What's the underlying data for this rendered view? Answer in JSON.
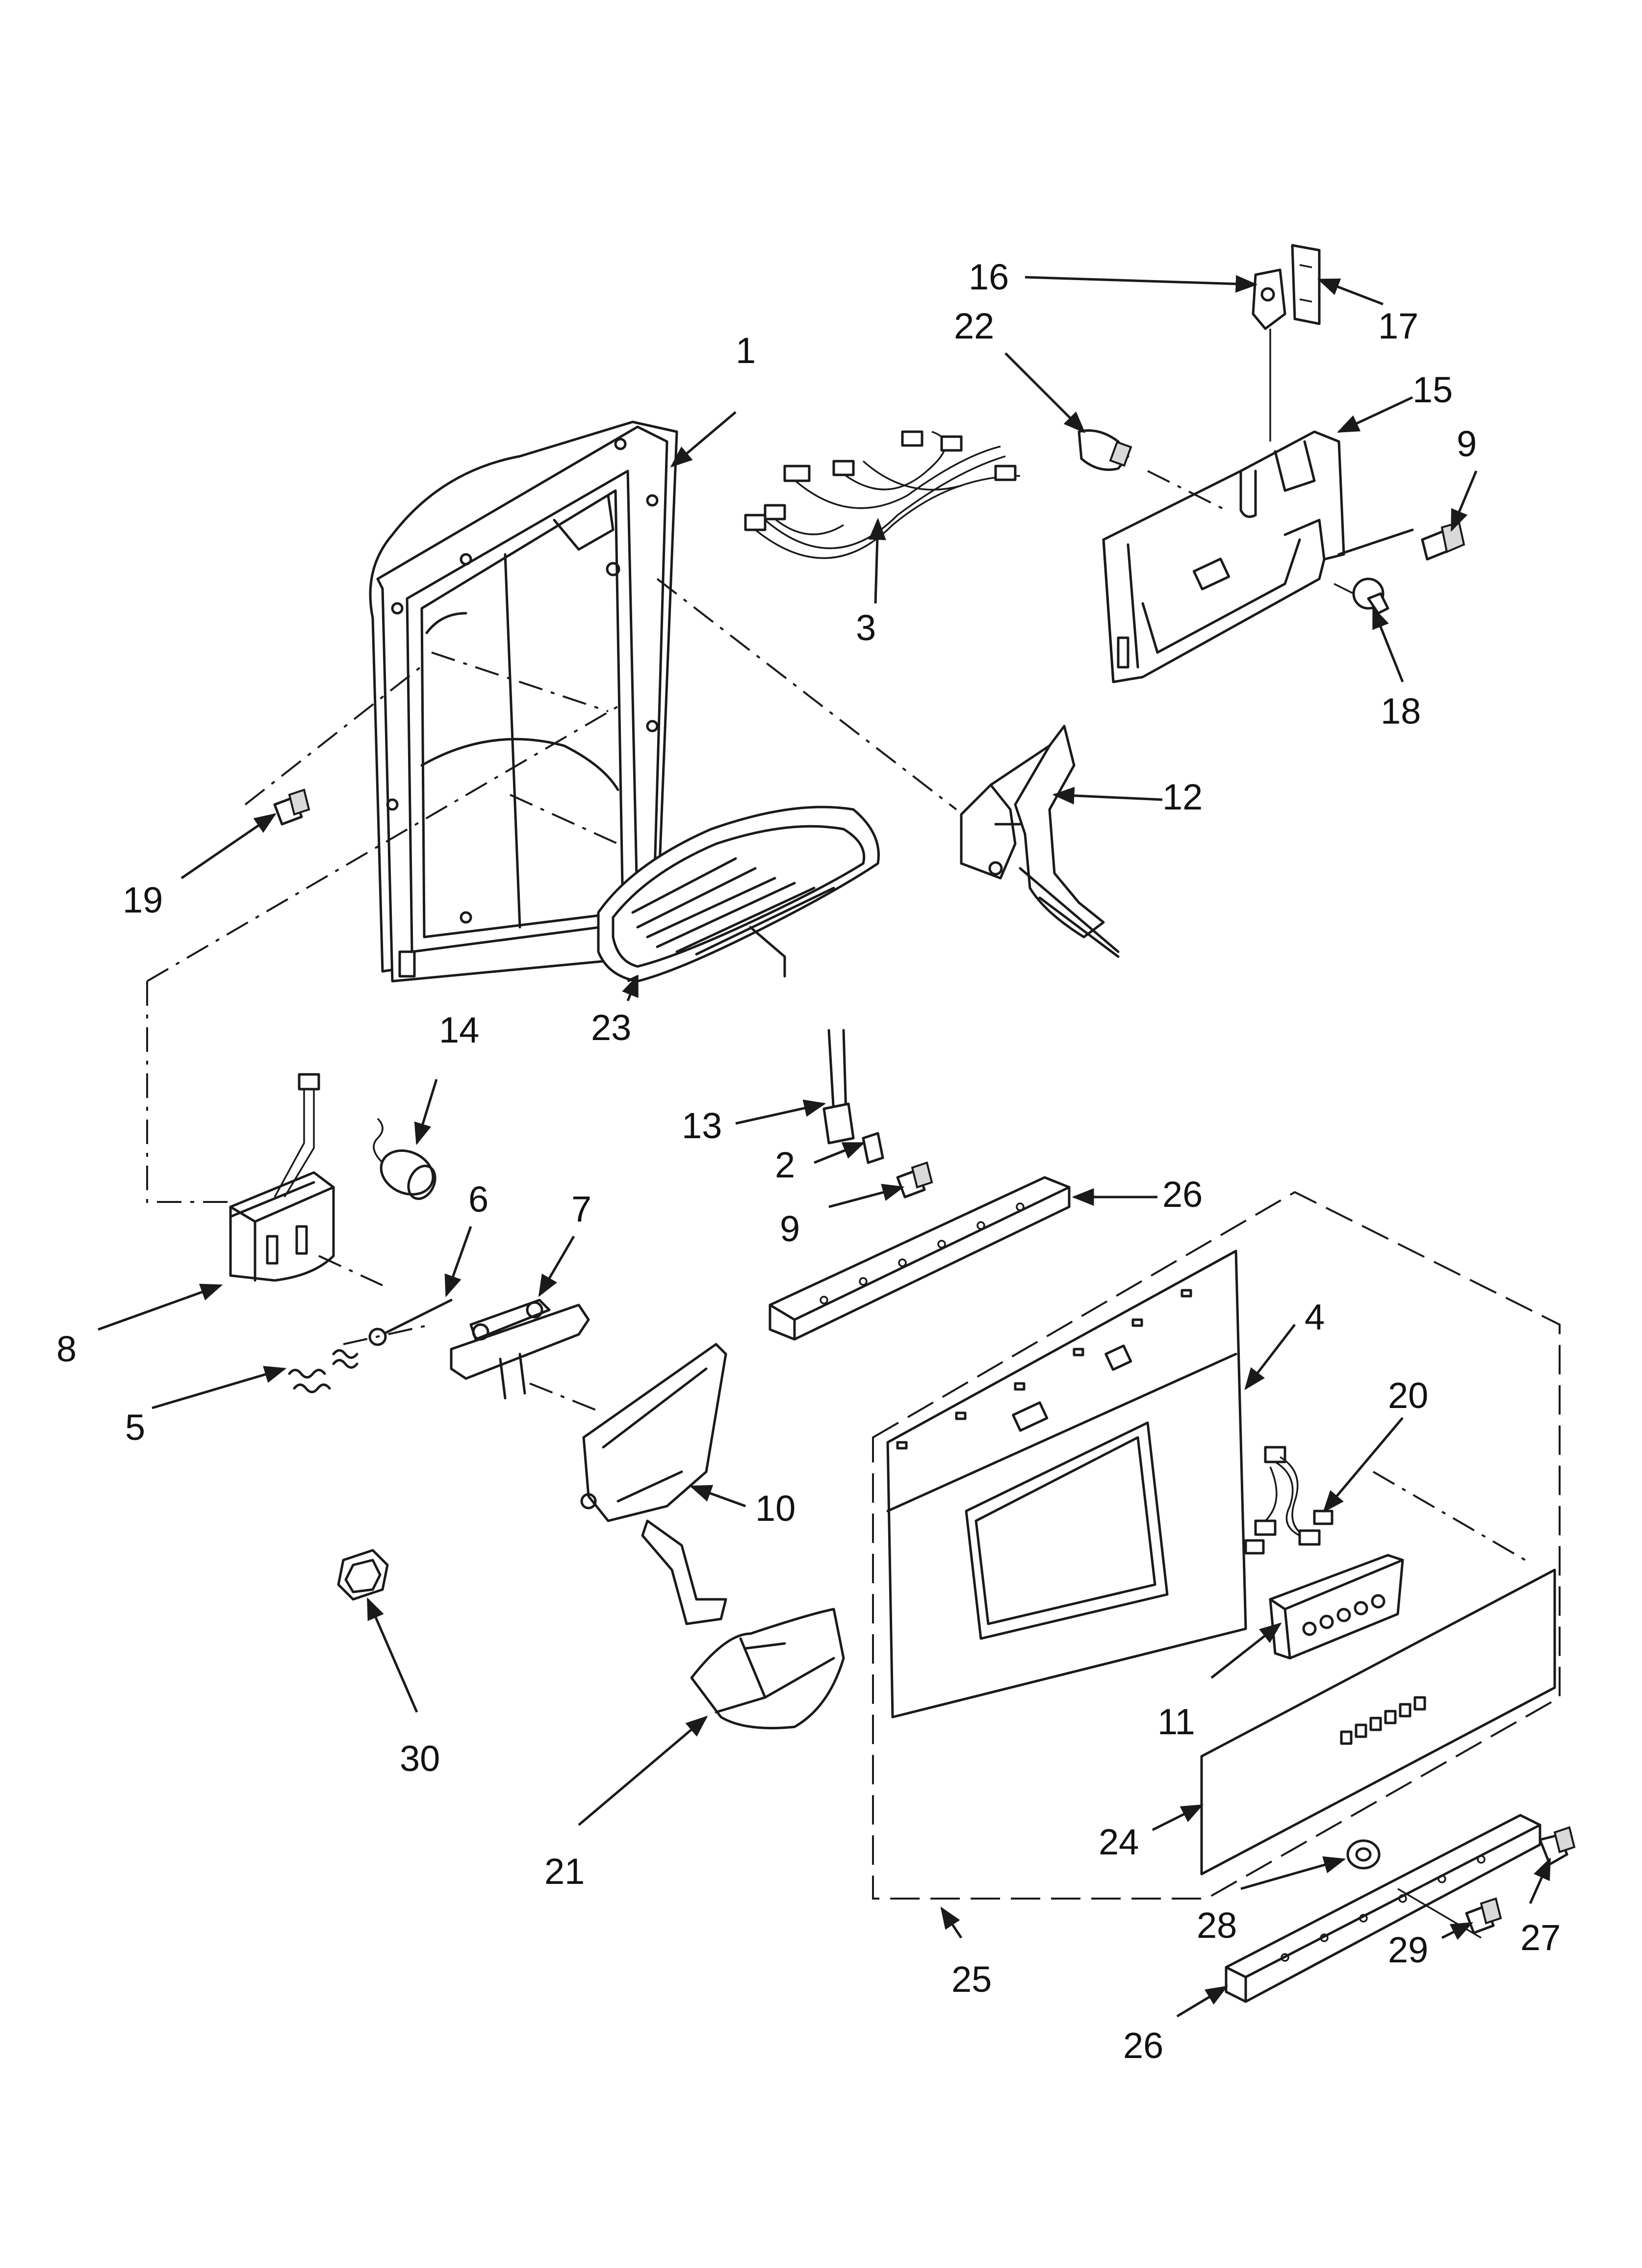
{
  "diagram": {
    "type": "exploded-parts-diagram",
    "line_color": "#1a1a1a",
    "background": "#ffffff",
    "callouts": {
      "c1": "1",
      "c2": "2",
      "c3": "3",
      "c4": "4",
      "c5": "5",
      "c6": "6",
      "c7": "7",
      "c8": "8",
      "c9a": "9",
      "c9b": "9",
      "c10": "10",
      "c11": "11",
      "c12": "12",
      "c13": "13",
      "c14": "14",
      "c15": "15",
      "c16": "16",
      "c17": "17",
      "c18": "18",
      "c19": "19",
      "c20": "20",
      "c21": "21",
      "c22": "22",
      "c23": "23",
      "c24": "24",
      "c25": "25",
      "c26a": "26",
      "c26b": "26",
      "c27": "27",
      "c28": "28",
      "c29": "29",
      "c30": "30"
    }
  }
}
